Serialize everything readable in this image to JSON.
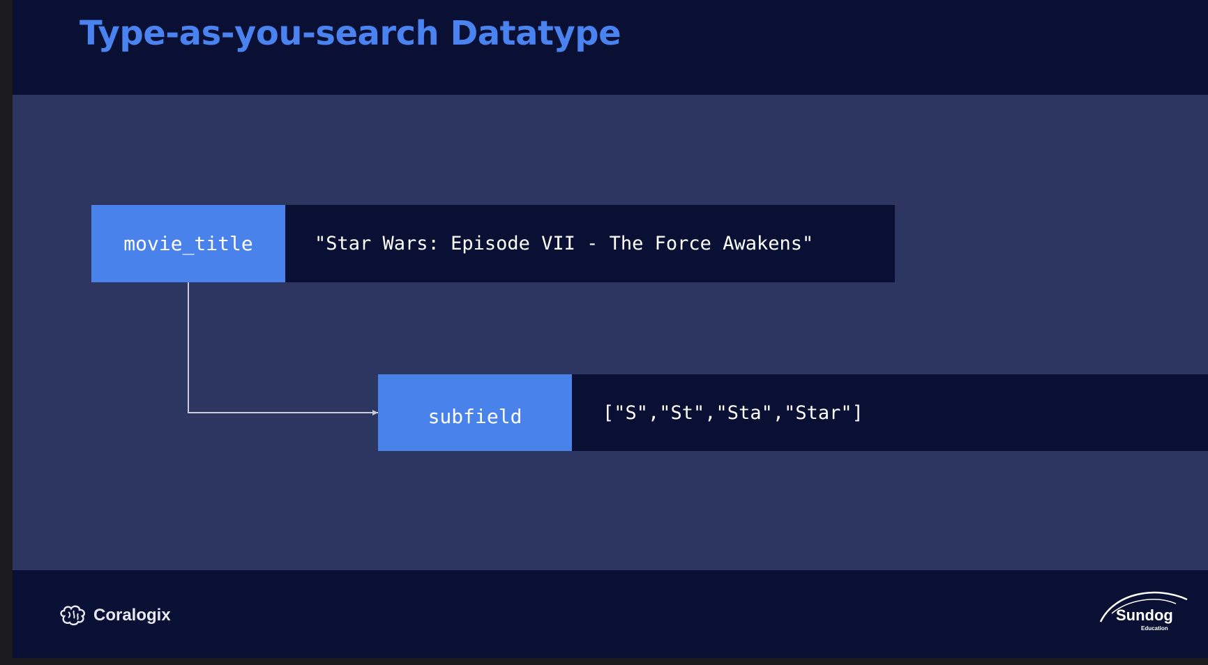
{
  "slide": {
    "title": "Type-as-you-search Datatype"
  },
  "diagram": {
    "parent_field": {
      "name": "movie_title",
      "value": "\"Star Wars: Episode VII - The Force Awakens\""
    },
    "sub_field": {
      "name": "subfield",
      "value": "[\"S\",\"St\",\"Sta\",\"Star\"]"
    }
  },
  "footer": {
    "left_logo_text": "Coralogix",
    "right_logo_text": "Sundog",
    "right_logo_subtext": "Education"
  },
  "colors": {
    "header_bg": "#0a1033",
    "body_bg": "#2d3561",
    "field_box": "#4a82ec",
    "title": "#4a82f0"
  }
}
